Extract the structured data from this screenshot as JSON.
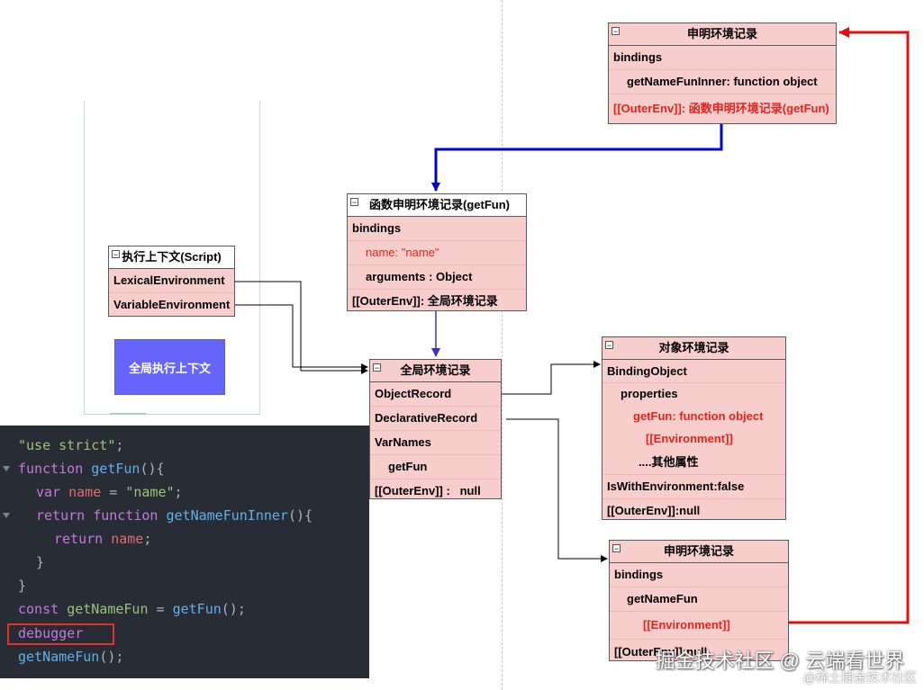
{
  "exec_context": {
    "title": "执行上下文(Script)",
    "rows": [
      "LexicalEnvironment",
      "VariableEnvironment"
    ]
  },
  "global_exec_context": {
    "label": "全局执行上下文"
  },
  "decl_env_top": {
    "title": "申明环境记录",
    "rows": [
      "bindings",
      "getNameFunInner: function object",
      "[[OuterEnv]]: 函数申明环境记录(getFun)"
    ]
  },
  "func_env": {
    "title": "函数申明环境记录(getFun)",
    "rows": [
      "bindings",
      "name: \"name\"",
      "arguments : Object",
      "[[OuterEnv]]: 全局环境记录"
    ]
  },
  "global_env": {
    "title": "全局环境记录",
    "rows": [
      "ObjectRecord",
      "DeclarativeRecord",
      "VarNames",
      "getFun",
      "[[OuterEnv]] :   null"
    ]
  },
  "object_env": {
    "title": "对象环境记录",
    "rows": [
      "BindingObject",
      "properties",
      "getFun: function object",
      "[[Environment]]",
      "....其他属性",
      "IsWithEnvironment:false",
      "[[OuterEnv]]:null"
    ]
  },
  "decl_env_bottom": {
    "title": "申明环境记录",
    "rows": [
      "bindings",
      "getNameFun",
      "[[Environment]]",
      "[[OuterEnv]]:null"
    ]
  },
  "code": {
    "l1": "\"use strict\";",
    "l2_kw": "function",
    "l2_fn": "getFun",
    "l2_rest": "(){",
    "l3_kw": "var",
    "l3_var": "name",
    "l3_eq": " = ",
    "l3_str": "\"name\"",
    "l3_end": ";",
    "l4_kw": "return",
    "l4_kw2": "function",
    "l4_fn": "getNameFunInner",
    "l4_rest": "(){",
    "l5_kw": "return",
    "l5_var": "name",
    "l5_end": ";",
    "l6": "}",
    "l7": "}",
    "l8_kw": "const",
    "l8_var": "getNameFun",
    "l8_eq": " = ",
    "l8_fn": "getFun",
    "l8_end": "();",
    "l9": "debugger",
    "l10_fn": "getNameFun",
    "l10_end": "();"
  },
  "watermark": {
    "main": "掘金技术社区 @ 云端看世界",
    "sub": "@稀土掘金技术社区"
  },
  "colors": {
    "box_fill": "#f8cecc",
    "blue_arrow": "#0000cc",
    "red_arrow": "#dd1111",
    "context_fill": "#6666ff",
    "code_bg": "#282c34"
  }
}
